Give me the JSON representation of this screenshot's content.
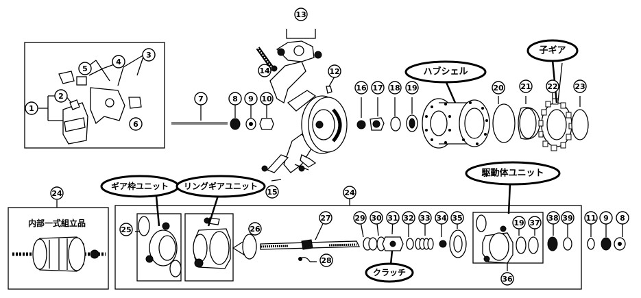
{
  "callouts": {
    "c1": "1",
    "c2": "2",
    "c3": "3",
    "c4": "4",
    "c5": "5",
    "c6": "6",
    "c7": "7",
    "c8": "8",
    "c9": "9",
    "c10": "10",
    "c12": "12",
    "c13": "13",
    "c14": "14",
    "c15": "15",
    "c16": "16",
    "c17": "17",
    "c18": "18",
    "c19": "19",
    "c20": "20",
    "c21": "21",
    "c22": "22",
    "c23": "23",
    "c24a": "24",
    "c24b": "24",
    "c25": "25",
    "c26": "26",
    "c27": "27",
    "c28": "28",
    "c29": "29",
    "c30": "30",
    "c31": "31",
    "c32": "32",
    "c33": "33",
    "c34": "34",
    "c35": "35",
    "c36": "36",
    "c37": "37",
    "c38": "38",
    "c39": "39",
    "c11b": "11",
    "c9b": "9",
    "c8b": "8",
    "c19b": "19"
  },
  "labels": {
    "hub_shell": "ハブシェル",
    "sprocket": "子ギア",
    "gear_frame_unit": "ギア枠ユニット",
    "ring_gear_unit": "リングギアユニット",
    "driver_unit": "駆動体ユニット",
    "clutch": "クラッチ",
    "internal_assembly": "内部一式組立品"
  }
}
